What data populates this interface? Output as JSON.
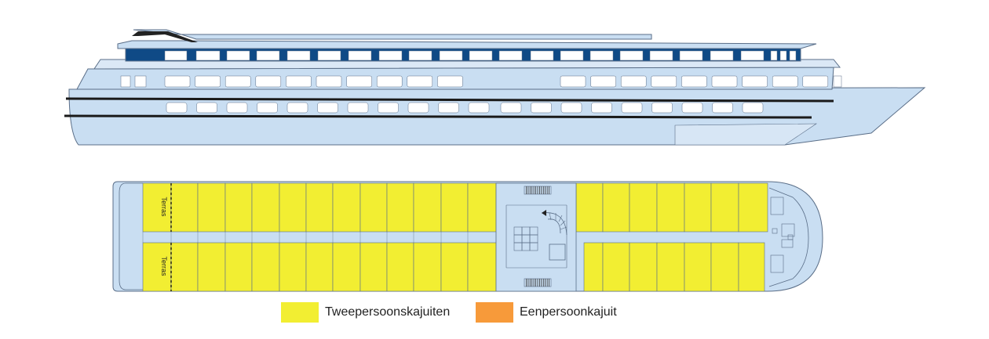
{
  "colors": {
    "hull": "#c9def2",
    "outline": "#5a6e88",
    "window": "#ffffff",
    "topdeck_band": "#0f4a86",
    "stripe": "#1a1a1a",
    "cabin_double": "#f2ee32",
    "cabin_single": "#f79a3a"
  },
  "deck_plan": {
    "terras_top": "Terras",
    "terras_bottom": "Terras"
  },
  "legend": [
    {
      "label": "Tweepersoonskajuiten",
      "color": "#f2ee32"
    },
    {
      "label": "Eenpersoonkajuit",
      "color": "#f79a3a"
    }
  ]
}
